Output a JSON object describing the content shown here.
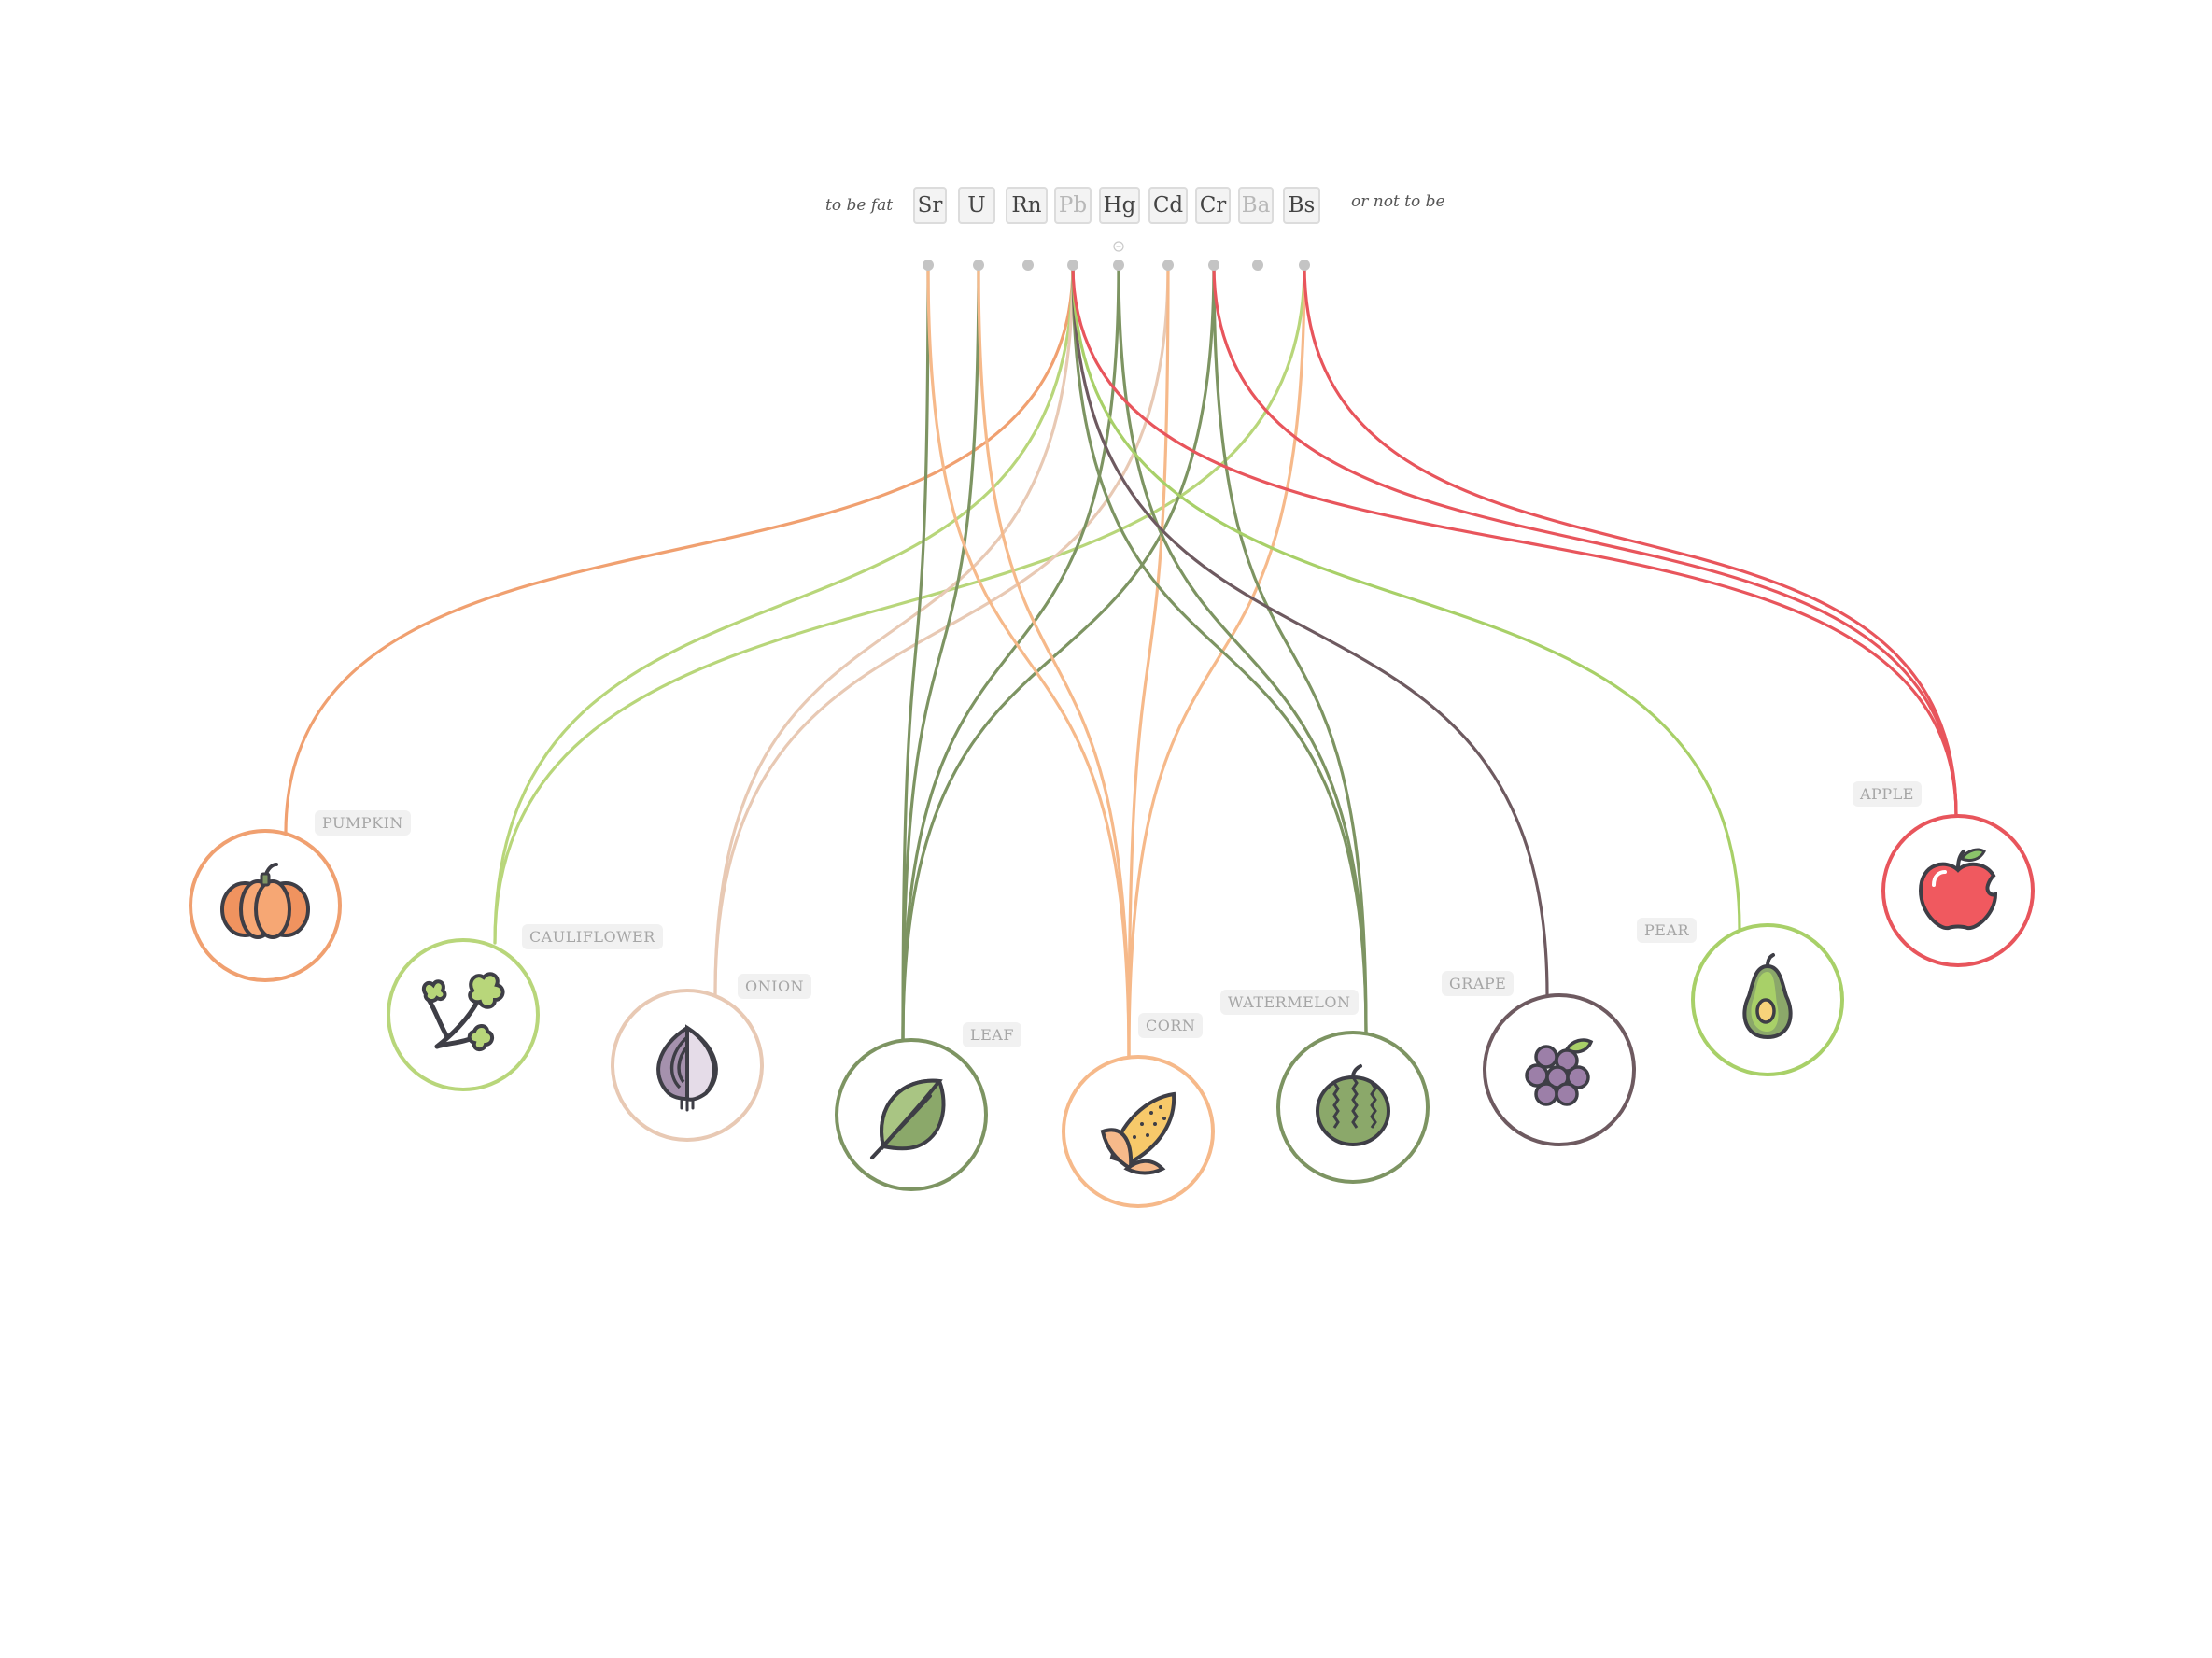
{
  "left_label": "to be fat",
  "right_label": "or not to be",
  "elements": [
    {
      "symbol": "Sr",
      "dim": false
    },
    {
      "symbol": "U",
      "dim": false
    },
    {
      "symbol": "Rn",
      "dim": false
    },
    {
      "symbol": "Pb",
      "dim": true
    },
    {
      "symbol": "Hg",
      "dim": false
    },
    {
      "symbol": "Cd",
      "dim": false
    },
    {
      "symbol": "Cr",
      "dim": false
    },
    {
      "symbol": "Ba",
      "dim": true
    },
    {
      "symbol": "Bs",
      "dim": false
    }
  ],
  "items": [
    {
      "label": "PUMPKIN",
      "icon": "pumpkin-icon",
      "color": "#f0a070"
    },
    {
      "label": "CAULIFLOWER",
      "icon": "cauliflower-icon",
      "color": "#b8d67a"
    },
    {
      "label": "ONION",
      "icon": "onion-icon",
      "color": "#e8c9b4"
    },
    {
      "label": "LEAF",
      "icon": "leaf-icon",
      "color": "#7d9462"
    },
    {
      "label": "CORN",
      "icon": "corn-icon",
      "color": "#f6b98a"
    },
    {
      "label": "WATERMELON",
      "icon": "watermelon-icon",
      "color": "#7d9462"
    },
    {
      "label": "GRAPE",
      "icon": "grape-icon",
      "color": "#6e5a60"
    },
    {
      "label": "PEAR",
      "icon": "pear-icon",
      "color": "#a8d068"
    },
    {
      "label": "APPLE",
      "icon": "apple-icon",
      "color": "#e8555c"
    }
  ],
  "links": [
    {
      "from": "Pb",
      "to": "PUMPKIN"
    },
    {
      "from": "Pb",
      "to": "CAULIFLOWER"
    },
    {
      "from": "Bs",
      "to": "CAULIFLOWER"
    },
    {
      "from": "Pb",
      "to": "ONION"
    },
    {
      "from": "Cd",
      "to": "ONION"
    },
    {
      "from": "Sr",
      "to": "LEAF"
    },
    {
      "from": "U",
      "to": "LEAF"
    },
    {
      "from": "Hg",
      "to": "LEAF"
    },
    {
      "from": "Cr",
      "to": "LEAF"
    },
    {
      "from": "Sr",
      "to": "CORN"
    },
    {
      "from": "U",
      "to": "CORN"
    },
    {
      "from": "Cd",
      "to": "CORN"
    },
    {
      "from": "Bs",
      "to": "CORN"
    },
    {
      "from": "Hg",
      "to": "WATERMELON"
    },
    {
      "from": "Cr",
      "to": "WATERMELON"
    },
    {
      "from": "Pb",
      "to": "WATERMELON"
    },
    {
      "from": "Pb",
      "to": "GRAPE"
    },
    {
      "from": "Pb",
      "to": "PEAR"
    },
    {
      "from": "Pb",
      "to": "APPLE"
    },
    {
      "from": "Cr",
      "to": "APPLE"
    },
    {
      "from": "Bs",
      "to": "APPLE"
    }
  ]
}
